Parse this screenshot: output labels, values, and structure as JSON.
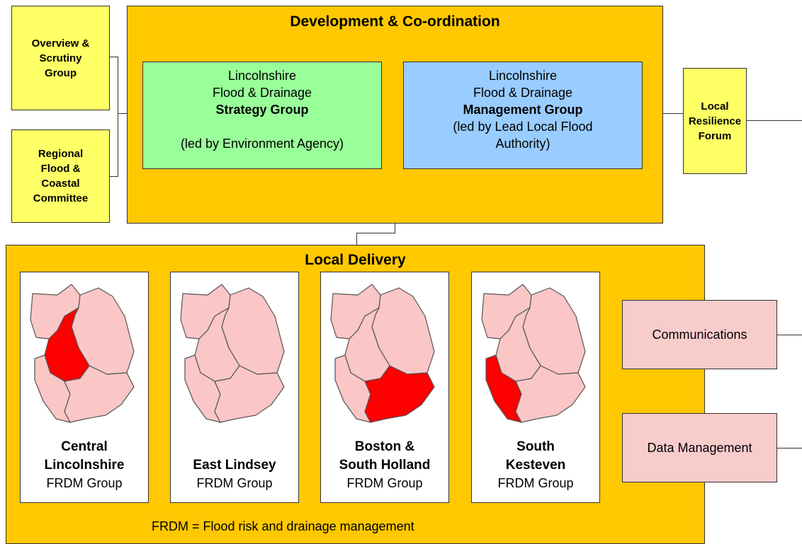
{
  "side_left": {
    "top": "Overview &\nScrutiny\nGroup",
    "bottom": "Regional\nFlood &\nCoastal\nCommittee"
  },
  "side_right": "Local\nResilience\nForum",
  "coordination": {
    "title": "Development & Co-ordination",
    "strategy": {
      "line1": "Lincolnshire",
      "line2": "Flood & Drainage",
      "line3": "Strategy Group",
      "line4": "(led by Environment Agency)"
    },
    "management": {
      "line1": "Lincolnshire",
      "line2": "Flood & Drainage",
      "line3": "Management Group",
      "line4": "(led by Lead Local Flood",
      "line5": "Authority)"
    }
  },
  "delivery": {
    "title": "Local Delivery",
    "groups": [
      {
        "name": "Central\nLincolnshire",
        "sub": "FRDM Group",
        "highlight": "central"
      },
      {
        "name": "East Lindsey",
        "sub": "FRDM Group",
        "highlight": "east"
      },
      {
        "name": "Boston &\nSouth Holland",
        "sub": "FRDM Group",
        "highlight": "southeast"
      },
      {
        "name": "South\nKesteven",
        "sub": "FRDM Group",
        "highlight": "southwest"
      }
    ],
    "footnote": "FRDM = Flood risk and drainage management"
  },
  "support": {
    "communications": "Communications",
    "data_management": "Data Management"
  },
  "colors": {
    "orange": "#ffc800",
    "yellow": "#ffff66",
    "green": "#99ff99",
    "blue": "#99ccff",
    "pink": "#f9cccc",
    "red": "#ff0000",
    "light_red": "#fbc6c6"
  }
}
